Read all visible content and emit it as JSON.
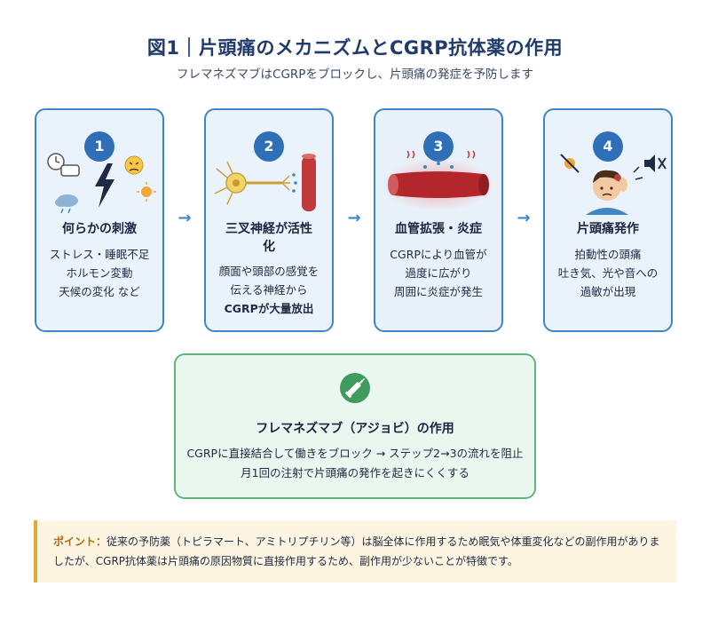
{
  "header": {
    "title": "図1｜片頭痛のメカニズムとCGRP抗体薬の作用",
    "subtitle": "フレマネズマブはCGRPをブロックし、片頭痛の発症を予防します"
  },
  "steps": [
    {
      "number": "1",
      "title": "何らかの刺激",
      "lines": [
        "ストレス・睡眠不足",
        "ホルモン変動",
        "天候の変化 など"
      ]
    },
    {
      "number": "2",
      "title_lines": [
        "三叉神経が活性",
        "化"
      ],
      "lines": [
        "顔面や頭部の感覚を",
        "伝える神経から",
        "CGRPが大量放出"
      ]
    },
    {
      "number": "3",
      "title": "血管拡張・炎症",
      "lines": [
        "CGRPにより血管が",
        "過度に広がり",
        "周囲に炎症が発生"
      ]
    },
    {
      "number": "4",
      "title": "片頭痛発作",
      "lines": [
        "拍動性の頭痛",
        "吐き気、光や音への",
        "過敏が出現"
      ]
    }
  ],
  "arrows": [
    "→",
    "→",
    "→"
  ],
  "drug": {
    "title": "フレマネズマブ（アジョビ）の作用",
    "lines": [
      "CGRPに直接結合して働きをブロック → ステップ2→3の流れを阻止",
      "月1回の注射で片頭痛の発作を起きにくくする"
    ]
  },
  "point": {
    "label": "ポイント：",
    "text": "従来の予防薬（トピラマート、アミトリプチリン等）は脳全体に作用するため眠気や体重変化などの副作用がありましたが、CGRP抗体薬は片頭痛の原因物質に直接作用するため、副作用が少ないことが特徴です。"
  },
  "colors": {
    "card_border": "#3f86c5",
    "badge": "#2f6fb8",
    "drug_border": "#5cb87a",
    "point_bar": "#e1a93a"
  },
  "icons": [
    "clock-icon",
    "pillow-icon",
    "lightning-icon",
    "stressed-face-icon",
    "rain-cloud-icon",
    "sun-icon",
    "neuron-icon",
    "blood-vessel-icon",
    "inflamed-vessel-icon",
    "headache-person-icon",
    "no-sun-icon",
    "mute-icon",
    "syringe-icon"
  ]
}
